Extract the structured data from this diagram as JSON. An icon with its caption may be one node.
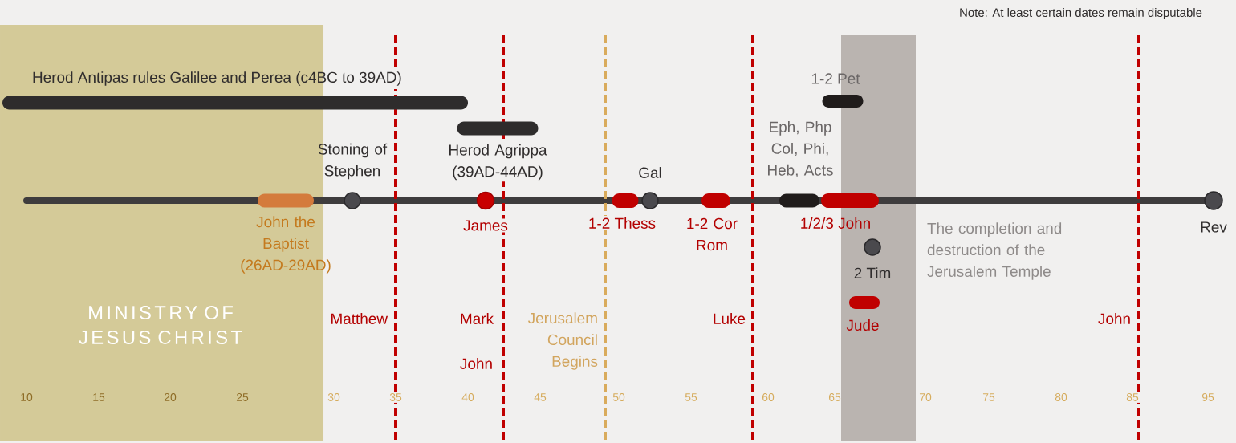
{
  "diagram": {
    "nodes": [
      {
        "text": [
          "MINISTRY OF JESUS CHRIST"
        ]
      },
      {
        "text": [],
        "shape": "box",
        "beside": [
          "The completion and destruction of the Jerusalem Temple"
        ]
      },
      {
        "text": [],
        "shape": "bar",
        "beside": [
          "Herod Antipas rules Galilee and Perea (c4BC to 39AD)"
        ]
      },
      {
        "text": [],
        "shape": "bar",
        "beside": [
          "John the Baptist (26AD-29AD)"
        ],
        "in": 0
      },
      {
        "text": [],
        "shape": "circle",
        "beside": [
          "Stoning of Stephen"
        ]
      },
      {
        "text": [],
        "shape": "bar",
        "beside": [
          "Herod Agrippa (39AD-44AD)"
        ]
      },
      {
        "text": [],
        "shape": "circle",
        "beside": [
          "James"
        ]
      },
      {
        "text": [],
        "shape": "bar",
        "beside": [
          "1-2 Thess"
        ]
      },
      {
        "text": [],
        "shape": "circle",
        "beside": [
          "Gal"
        ]
      },
      {
        "text": [],
        "shape": "bar",
        "beside": [
          "1-2 Cor Rom"
        ]
      },
      {
        "text": [],
        "shape": "bar",
        "beside": [
          "Eph, Php Col, Phi, Heb, Acts"
        ]
      },
      {
        "text": [],
        "shape": "bar",
        "beside": [
          "1/2/3 John"
        ]
      },
      {
        "text": [],
        "shape": "bar",
        "beside": [
          "1-2 Pet"
        ]
      },
      {
        "text": [],
        "shape": "circle",
        "beside": [
          "2 Tim"
        ],
        "in": 1
      },
      {
        "text": [],
        "shape": "bar",
        "beside": [
          "Jude"
        ],
        "in": 1
      },
      {
        "text": [],
        "shape": "circle",
        "beside": [
          "Rev"
        ]
      }
    ],
    "labels": [
      "Note: At least certain dates remain disputable",
      "Matthew",
      "Mark",
      "John",
      "Jerusalem Council Begins",
      "Luke",
      "John",
      "10",
      "15",
      "20",
      "25",
      "30",
      "35",
      "40",
      "45",
      "50",
      "55",
      "60",
      "65",
      "70",
      "75",
      "80",
      "85",
      "95"
    ]
  }
}
